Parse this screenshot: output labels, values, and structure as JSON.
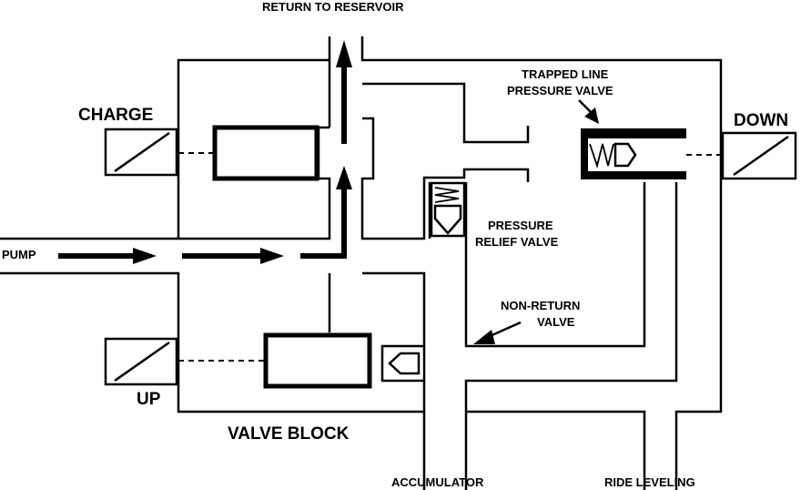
{
  "labels": {
    "return_to_reservoir": "RETURN TO RESERVOIR",
    "trapped_line_1": "TRAPPED LINE",
    "trapped_line_2": "PRESSURE VALVE",
    "charge": "CHARGE",
    "down": "DOWN",
    "pump": "PUMP",
    "pressure_relief_1": "PRESSURE",
    "pressure_relief_2": "RELIEF VALVE",
    "non_return_1": "NON-RETURN",
    "non_return_2": "VALVE",
    "up": "UP",
    "valve_block": "VALVE BLOCK",
    "accumulator": "ACCUMULATOR",
    "ride_leveling": "RIDE LEVELING"
  },
  "colors": {
    "ink": "#000000",
    "paper": "#ffffff"
  }
}
